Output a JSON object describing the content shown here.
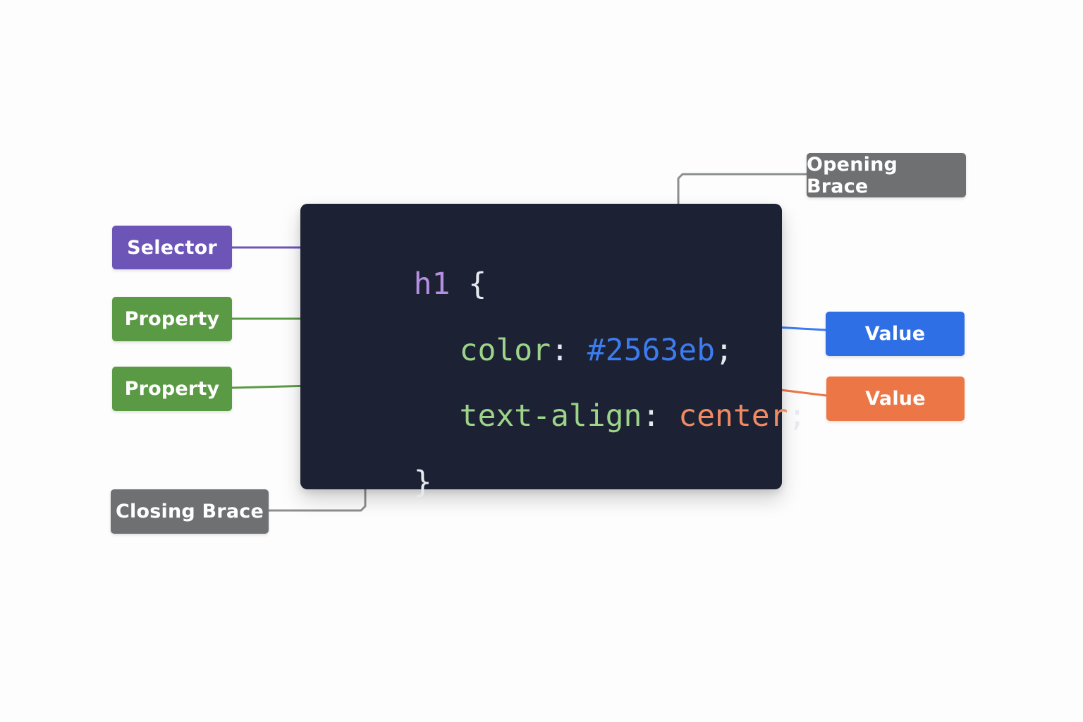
{
  "code": {
    "line1": {
      "selector": "h1",
      "brace_open": "{"
    },
    "line2": {
      "property": "color",
      "colon": ":",
      "value": "#2563eb",
      "semicolon": ";"
    },
    "line3": {
      "property": "text-align",
      "colon": ":",
      "value": "center",
      "semicolon": ";"
    },
    "line4": {
      "brace_close": "}"
    }
  },
  "labels": {
    "selector": "Selector",
    "property_1": "Property",
    "property_2": "Property",
    "closing_brace": "Closing Brace",
    "opening_brace": "Opening Brace",
    "value_1": "Value",
    "value_2": "Value"
  },
  "colors": {
    "background": "#fdfdfd",
    "code_panel": "#1c2233",
    "selector": "#6d55b8",
    "selector_code": "#b58fe0",
    "property": "#5b9a45",
    "property_code": "#9dd48a",
    "brace": "#6f7072",
    "value_blue": "#2f6fe6",
    "value_blue_code": "#3d7cf0",
    "value_orange": "#ec7646",
    "value_orange_code": "#f08a62",
    "punctuation": "#e6e9ef"
  }
}
